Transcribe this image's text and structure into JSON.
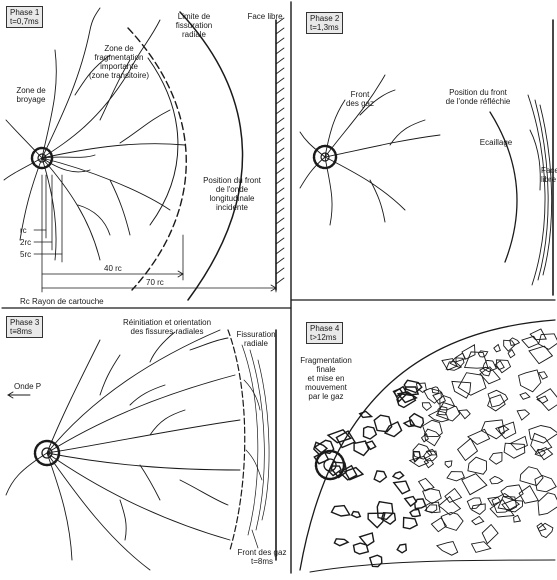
{
  "panels": [
    {
      "phase": "Phase 1",
      "time": "t=0,7ms",
      "labels": {
        "zone_broyage": [
          "Zone de",
          "broyage"
        ],
        "zone_fragmentation": [
          "Zone de",
          "fragmentation",
          "importante",
          "(zone transitoire)"
        ],
        "limite_fissuration": [
          "Limite de",
          "fissuration",
          "radiale"
        ],
        "face_libre": "Face libre",
        "position_front": [
          "Position du front",
          "de l'onde",
          "longitudinale",
          "incidente"
        ]
      },
      "dimensions": [
        "rc",
        "2rc",
        "5rc",
        "40 rc",
        "70 rc"
      ],
      "legend": "Rc  Rayon de cartouche"
    },
    {
      "phase": "Phase 2",
      "time": "t=1,3ms",
      "labels": {
        "front_gaz": [
          "Front",
          "des gaz"
        ],
        "position_front": [
          "Position du front",
          "de l'onde réfléchie"
        ],
        "ecaillage": "Ecaillage",
        "face_libre": [
          "Face",
          "libre"
        ]
      }
    },
    {
      "phase": "Phase 3",
      "time": "t≡8ms",
      "labels": {
        "reinitiation": [
          "Réinitiation et orientation",
          "des fissures radiales"
        ],
        "fissuration": [
          "Fissuration",
          "radiale"
        ],
        "onde_p": "Onde P",
        "front_gaz": [
          "Front des gaz",
          "t=8ms"
        ]
      }
    },
    {
      "phase": "Phase 4",
      "time": "t>12ms",
      "labels": {
        "fragmentation": [
          "Fragmentation",
          "finale",
          "et mise en",
          "mouvement",
          "par le gaz"
        ]
      }
    }
  ],
  "colors": {
    "ink": "#1a1a1a",
    "box_bg": "#e9e9e9",
    "paper": "#ffffff"
  }
}
